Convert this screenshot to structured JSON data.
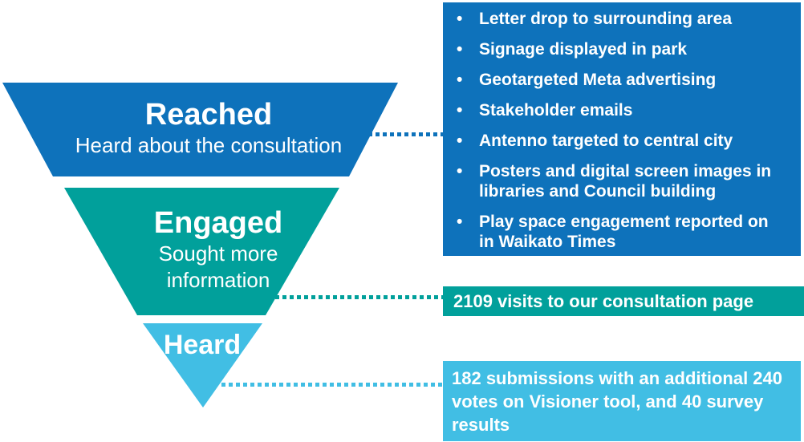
{
  "page": {
    "background": "#FFFFFF"
  },
  "funnel": {
    "stages": [
      {
        "key": "reached",
        "title": "Reached",
        "subtitle": "Heard about the consultation",
        "color": "#0E72BB"
      },
      {
        "key": "engaged",
        "title": "Engaged",
        "subtitle": "Sought more information",
        "color": "#01A09B"
      },
      {
        "key": "heard",
        "title": "Heard",
        "subtitle": "",
        "color": "#41BEE4"
      }
    ]
  },
  "connectors": [
    {
      "from": "reached",
      "style": "dotted",
      "color": "#0E72BB"
    },
    {
      "from": "engaged",
      "style": "dotted",
      "color": "#01A09B"
    },
    {
      "from": "heard",
      "style": "dotted",
      "color": "#41BEE4"
    }
  ],
  "callouts": {
    "reached": {
      "color": "#0E72BB",
      "bullets": [
        "Letter drop to surrounding area",
        "Signage displayed in park",
        "Geotargeted Meta advertising",
        "Stakeholder emails",
        "Antenno targeted to central city",
        "Posters and digital screen images in libraries and Council building",
        "Play space engagement reported on in Waikato Times"
      ]
    },
    "engaged": {
      "color": "#01A09B",
      "text": "2109 visits to our consultation page"
    },
    "heard": {
      "color": "#41BEE4",
      "text": "182 submissions with an additional 240 votes on Visioner tool, and 40 survey results"
    }
  }
}
